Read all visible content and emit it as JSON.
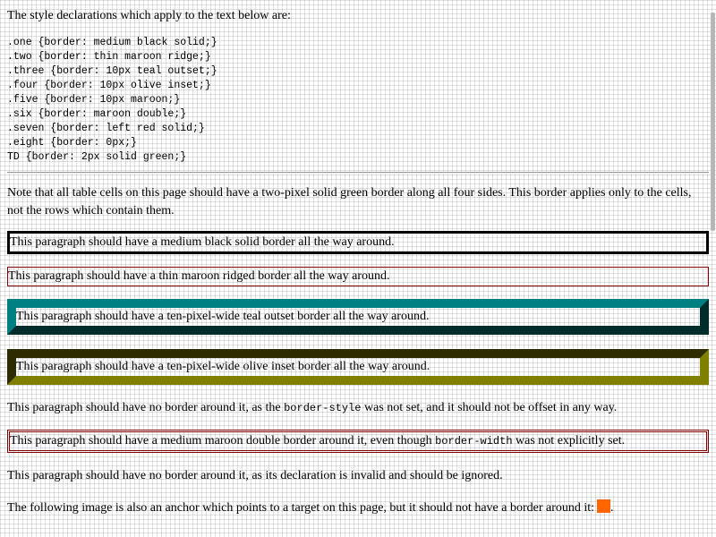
{
  "intro": "The style declarations which apply to the text below are:",
  "style_declarations": ".one {border: medium black solid;}\n.two {border: thin maroon ridge;}\n.three {border: 10px teal outset;}\n.four {border: 10px olive inset;}\n.five {border: 10px maroon;}\n.six {border: maroon double;}\n.seven {border: left red solid;}\n.eight {border: 0px;}\nTD {border: 2px solid green;}",
  "note": "Note that all table cells on this page should have a two-pixel solid green border along all four sides. This border applies only to the cells, not the rows which contain them.",
  "paragraphs": {
    "one": "This paragraph should have a medium black solid border all the way around.",
    "two": "This paragraph should have a thin maroon ridged border all the way around.",
    "three": "This paragraph should have a ten-pixel-wide teal outset border all the way around.",
    "four": "This paragraph should have a ten-pixel-wide olive inset border all the way around.",
    "five": {
      "before": "This paragraph should have no border around it, as the ",
      "code": "border-style",
      "after": " was not set, and it should not be offset in any way."
    },
    "six": {
      "before": "This paragraph should have a medium maroon double border around it, even though ",
      "code": "border-width",
      "after": " was not explicitly set."
    },
    "seven": "This paragraph should have no border around it, as its declaration is invalid and should be ignored.",
    "anchor": "The following image is also an anchor which points to a target on this page, but it should not have a border around it:",
    "anchor_end": "."
  },
  "colors": {
    "black": "#000000",
    "maroon": "#800000",
    "teal": "#008080",
    "olive": "#808000",
    "anchor_image": "#ff6600"
  }
}
